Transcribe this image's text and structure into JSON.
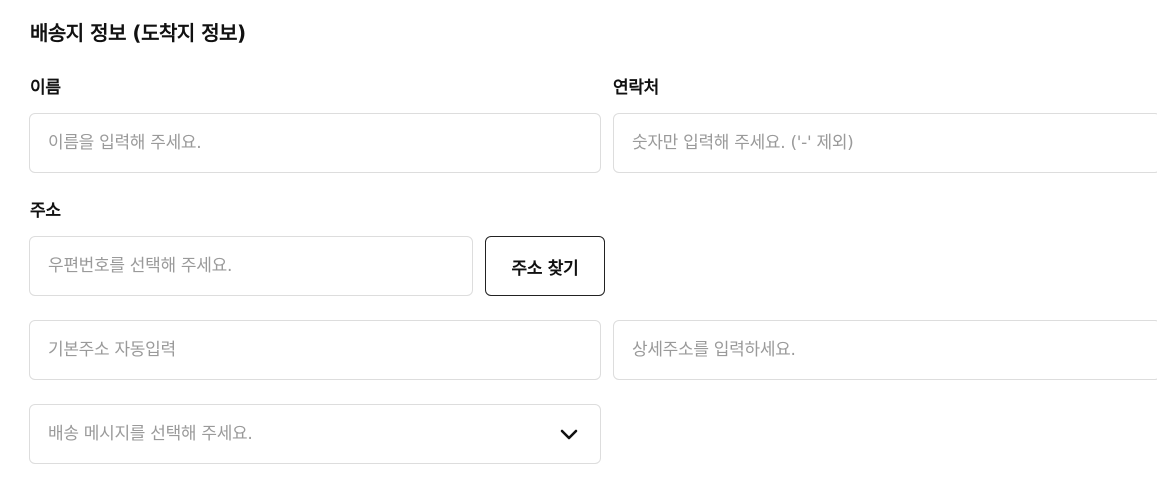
{
  "section": {
    "title": "배송지 정보 (도착지 정보)"
  },
  "name_field": {
    "label": "이름",
    "placeholder": "이름을 입력해 주세요."
  },
  "phone_field": {
    "label": "연락처",
    "placeholder": "숫자만 입력해 주세요. ('-' 제외)"
  },
  "address": {
    "label": "주소",
    "postcode_placeholder": "우편번호를 선택해 주세요.",
    "find_button_label": "주소 찾기",
    "base_placeholder": "기본주소 자동입력",
    "detail_placeholder": "상세주소를 입력하세요."
  },
  "delivery_message": {
    "selected_text": "배송 메시지를 선택해 주세요.",
    "icon": "chevron-down-icon"
  },
  "colors": {
    "border": "#dddddd",
    "placeholder": "#9a9a9a",
    "text": "#111111",
    "button_border": "#222222"
  }
}
